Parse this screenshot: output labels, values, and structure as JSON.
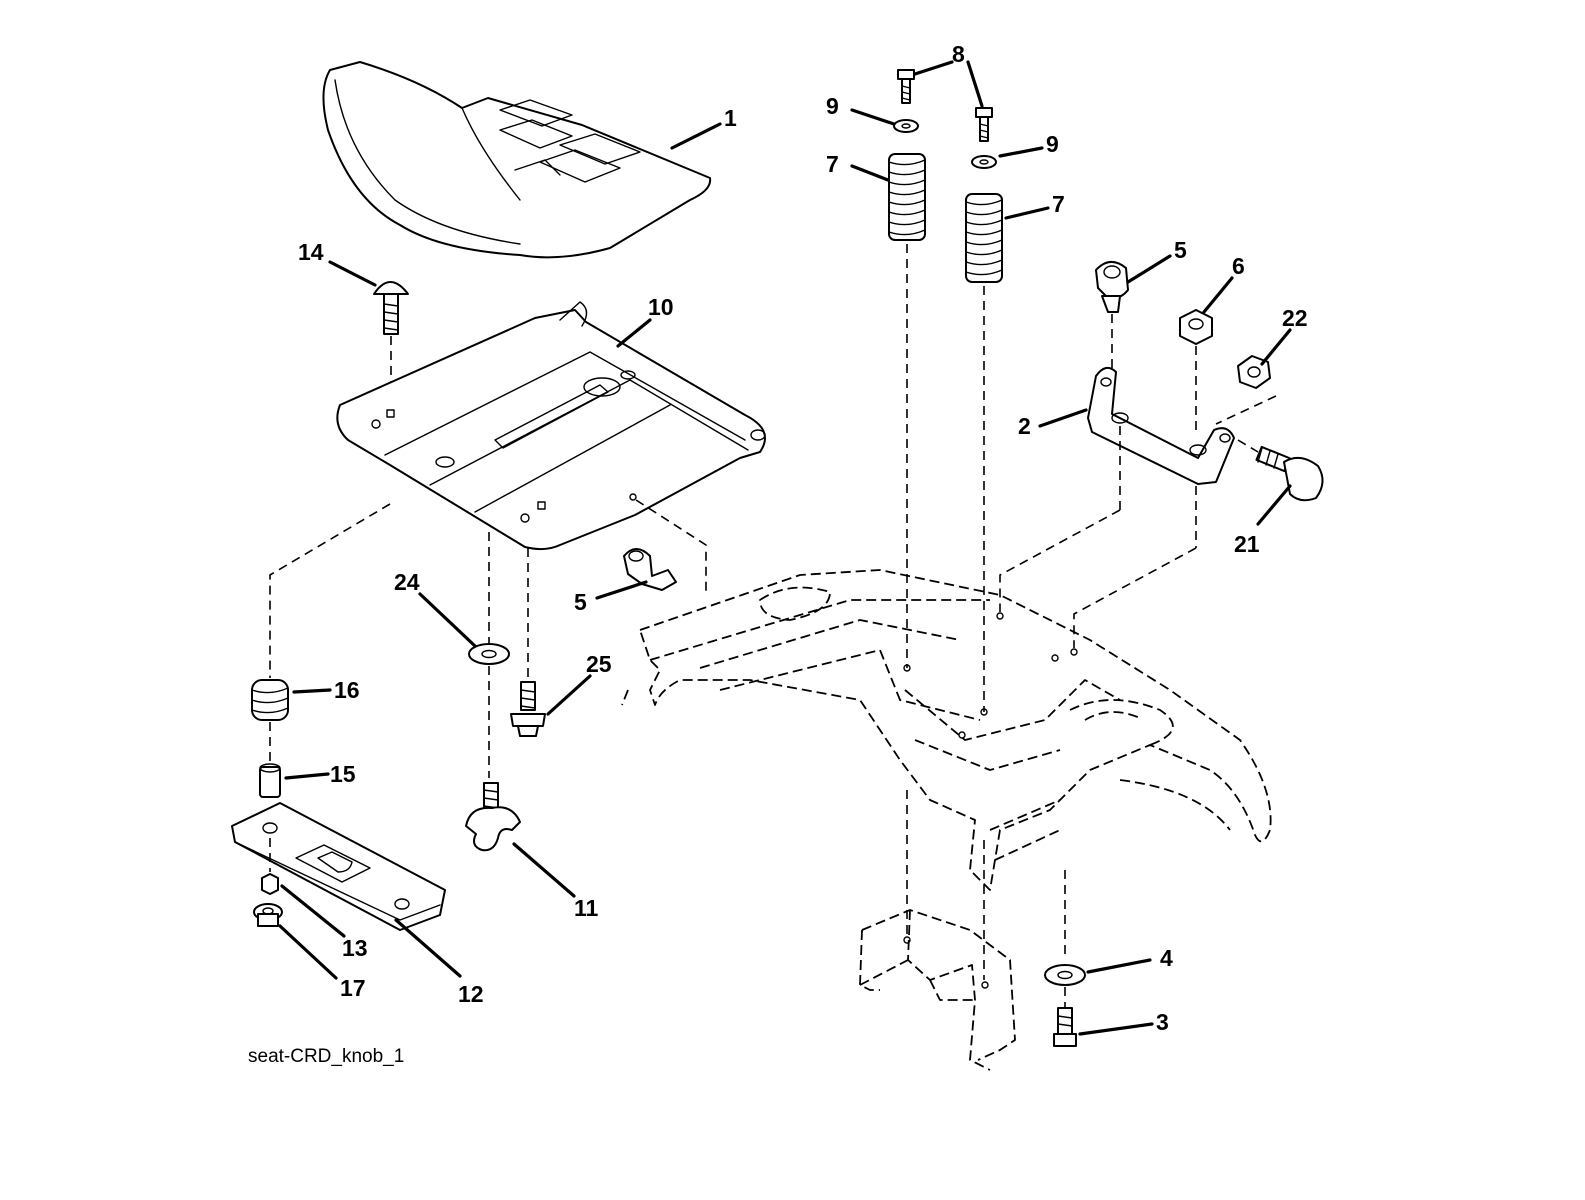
{
  "caption": "seat-CRD_knob_1",
  "callouts": [
    {
      "id": "c1",
      "text": "1"
    },
    {
      "id": "c14",
      "text": "14"
    },
    {
      "id": "c10",
      "text": "10"
    },
    {
      "id": "c8",
      "text": "8"
    },
    {
      "id": "c9a",
      "text": "9"
    },
    {
      "id": "c9b",
      "text": "9"
    },
    {
      "id": "c7a",
      "text": "7"
    },
    {
      "id": "c7b",
      "text": "7"
    },
    {
      "id": "c5a",
      "text": "5"
    },
    {
      "id": "c6",
      "text": "6"
    },
    {
      "id": "c22",
      "text": "22"
    },
    {
      "id": "c2",
      "text": "2"
    },
    {
      "id": "c21",
      "text": "21"
    },
    {
      "id": "c24",
      "text": "24"
    },
    {
      "id": "c5b",
      "text": "5"
    },
    {
      "id": "c25",
      "text": "25"
    },
    {
      "id": "c16",
      "text": "16"
    },
    {
      "id": "c15",
      "text": "15"
    },
    {
      "id": "c11",
      "text": "11"
    },
    {
      "id": "c13",
      "text": "13"
    },
    {
      "id": "c17",
      "text": "17"
    },
    {
      "id": "c12",
      "text": "12"
    },
    {
      "id": "c4",
      "text": "4"
    },
    {
      "id": "c3",
      "text": "3"
    }
  ]
}
